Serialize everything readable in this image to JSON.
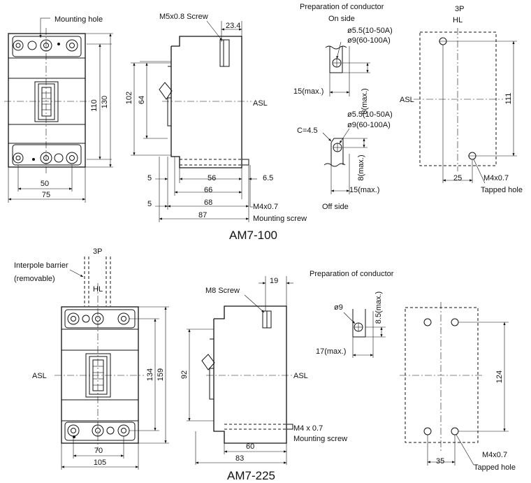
{
  "am7_100": {
    "title": "AM7-100",
    "mounting_hole_label": "Mounting hole",
    "screw_label": "M5x0.8 Screw",
    "asl": "ASL",
    "front_dims": {
      "width_50": "50",
      "width_75": "75",
      "height_110": "110",
      "height_130": "130"
    },
    "side_dims": {
      "d23_4": "23.4",
      "d102": "102",
      "d64": "64",
      "d5a": "5",
      "d56": "56",
      "d6_5": "6.5",
      "d66": "66",
      "d5b": "5",
      "d68": "68",
      "d87": "87"
    },
    "mount_screw_size": "M4x0.7",
    "mount_screw_label": "Mounting screw",
    "conductor": {
      "title": "Preparation of conductor",
      "on_side": "On side",
      "hole_a": "ø5.5(10-50A)",
      "hole_b": "ø9(60-100A)",
      "max_15": "15(max.)",
      "max_8": "8(max.)",
      "chamfer": "C=4.5",
      "hole_a2": "ø5.5(10-50A)",
      "hole_b2": "ø9(60-100A)",
      "max_8b": "8(max.)",
      "max_15b": "15(max.)",
      "off_side": "Off side"
    },
    "cutout": {
      "poles": "3P",
      "hl": "HL",
      "asl": "ASL",
      "d111": "111",
      "d25": "25",
      "tap": "M4x0.7",
      "tap_label": "Tapped hole"
    }
  },
  "am7_225": {
    "title": "AM7-225",
    "poles": "3P",
    "barrier_1": "Interpole barrier",
    "barrier_2": "(removable)",
    "hl": "HL",
    "asl": "ASL",
    "front_dims": {
      "d134": "134",
      "d159": "159",
      "d70": "70",
      "d105": "105"
    },
    "screw_label": "M8 Screw",
    "side_dims": {
      "d19": "19",
      "d92": "92",
      "d60": "60",
      "d83": "83"
    },
    "asl_side": "ASL",
    "mount_screw_size": "M4 x 0.7",
    "mount_screw_label": "Mounting screw",
    "conductor": {
      "title": "Preparation of conductor",
      "hole": "ø9",
      "max_8_5": "8.5(max.)",
      "max_17": "17(max.)"
    },
    "cutout": {
      "d124": "124",
      "d35": "35",
      "tap": "M4x0.7",
      "tap_label": "Tapped hole"
    }
  }
}
